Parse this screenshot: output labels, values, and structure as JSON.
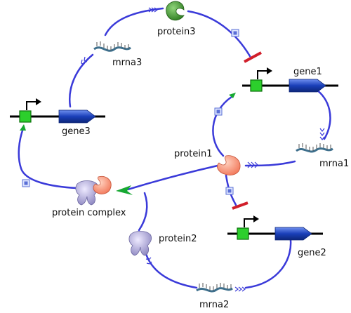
{
  "labels": {
    "protein3": "protein3",
    "mrna3": "mrna3",
    "gene1": "gene1",
    "gene3": "gene3",
    "protein1": "protein1",
    "mrna1": "mrna1",
    "protein_complex": "protein complex",
    "protein2": "protein2",
    "gene2": "gene2",
    "mrna2": "mrna2"
  },
  "colors": {
    "edge": "#3a3ad9",
    "inhibition": "#d11e2a",
    "gene_body": "#1a3fb8",
    "promoter": "#2ccf2c",
    "protein1": "#f2785a",
    "protein2": "#a9a4d2",
    "protein3": "#2f7d22",
    "mrna": "#3e6f8c",
    "arrowhead": "#17a832"
  }
}
